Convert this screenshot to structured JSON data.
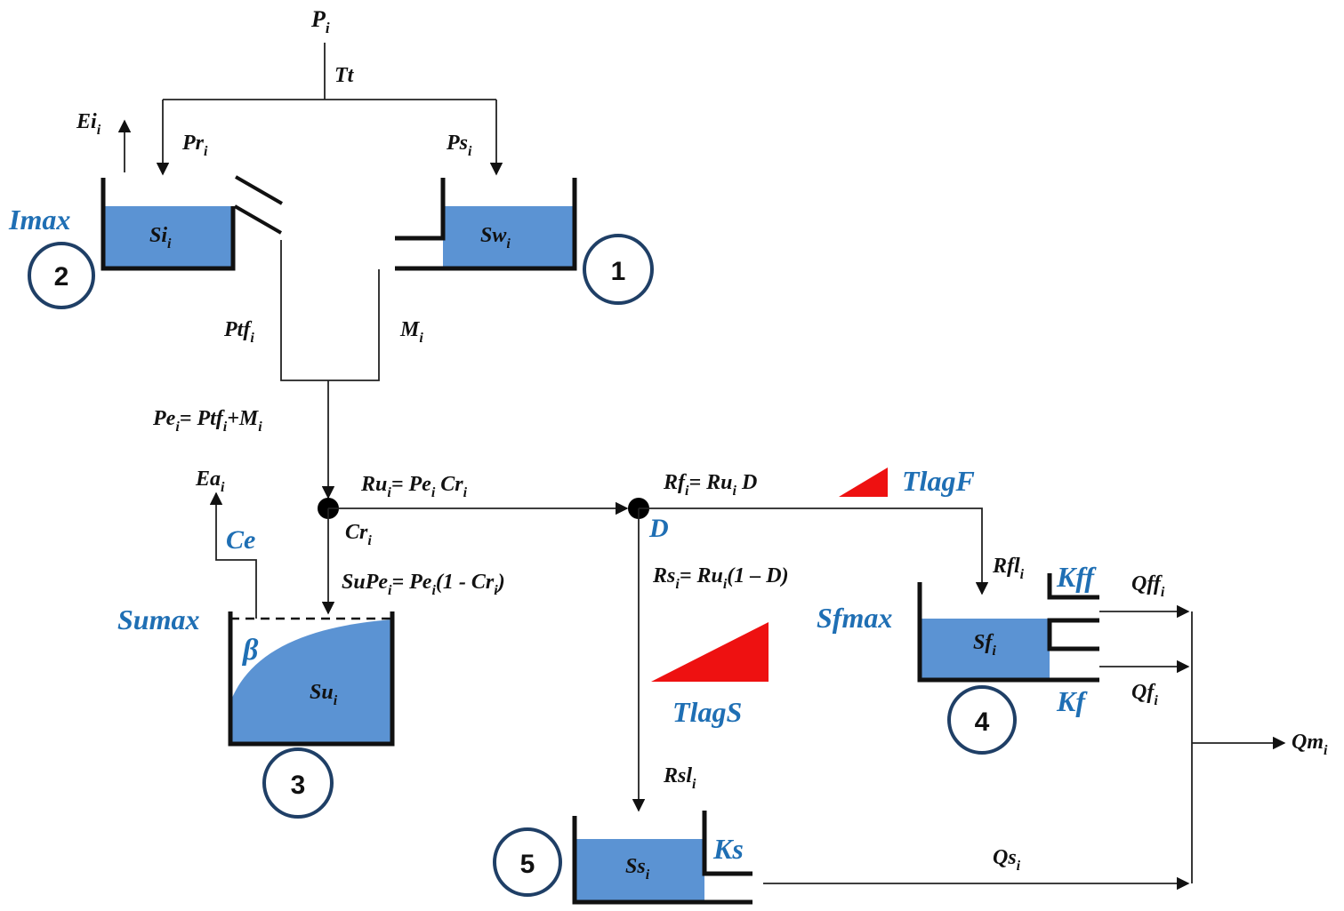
{
  "colors": {
    "water": "#5b93d3",
    "param_blue": "#1f6fb4",
    "circle_stroke": "#1f3f66",
    "lag_red": "#ee1111"
  },
  "inputs": {
    "precip": {
      "base": "P",
      "sub": "i"
    },
    "threshold": "Tt",
    "rain": {
      "base": "Pr",
      "sub": "i"
    },
    "snow": {
      "base": "Ps",
      "sub": "i"
    },
    "interception_evap": {
      "base": "Ei",
      "sub": "i"
    },
    "throughfall": {
      "base": "Ptf",
      "sub": "i"
    },
    "melt": {
      "base": "M",
      "sub": "i"
    },
    "effective_precip": {
      "base": "Pe",
      "sub": "i",
      "rhs": "= Ptf",
      "rhs_sub": "i",
      "rhs2": "+M",
      "rhs2_sub": "i"
    },
    "actual_evap": {
      "base": "Ea",
      "sub": "i"
    }
  },
  "reservoirs": [
    {
      "id": "1",
      "label": {
        "base": "Sw",
        "sub": "i"
      }
    },
    {
      "id": "2",
      "label": {
        "base": "Si",
        "sub": "i"
      },
      "param": "Imax"
    },
    {
      "id": "3",
      "label": {
        "base": "Su",
        "sub": "i"
      },
      "param": "Sumax",
      "shape_param": "β",
      "evap_param": "Ce"
    },
    {
      "id": "4",
      "label": {
        "base": "Sf",
        "sub": "i"
      },
      "param": "Sfmax",
      "upper_outlet": "Kff",
      "lower_outlet": "Kf"
    },
    {
      "id": "5",
      "label": {
        "base": "Ss",
        "sub": "i"
      },
      "outlet": "Ks"
    }
  ],
  "splits": {
    "runoff": {
      "base": "Ru",
      "sub": "i",
      "eq": "= Pe",
      "eq_sub": "i",
      "eq_tail": " Cr",
      "eq_tail_sub": "i"
    },
    "runoff_coef": {
      "base": "Cr",
      "sub": "i"
    },
    "soil_input": {
      "base": "SuPe",
      "sub": "i",
      "eq": "= Pe",
      "eq_sub": "i",
      "eq_tail": "(1 - Cr",
      "eq_tail_sub": "i",
      "close": ")"
    },
    "fast_runoff": {
      "base": "Rf",
      "sub": "i",
      "eq": "= Ru",
      "eq_sub": "i",
      "eq_tail": " D"
    },
    "divider": "D",
    "slow_runoff": {
      "base": "Rs",
      "sub": "i",
      "eq": "= Ru",
      "eq_sub": "i",
      "eq_tail": "(1 – D)"
    },
    "fast_lagged": {
      "base": "Rfl",
      "sub": "i"
    },
    "slow_lagged": {
      "base": "Rsl",
      "sub": "i"
    }
  },
  "lags": {
    "fast": "TlagF",
    "slow": "TlagS"
  },
  "outflows": {
    "fast_flow_upper": {
      "base": "Qff",
      "sub": "i"
    },
    "fast_flow": {
      "base": "Qf",
      "sub": "i"
    },
    "slow_flow": {
      "base": "Qs",
      "sub": "i"
    },
    "total": {
      "base": "Qm",
      "sub": "i"
    }
  }
}
